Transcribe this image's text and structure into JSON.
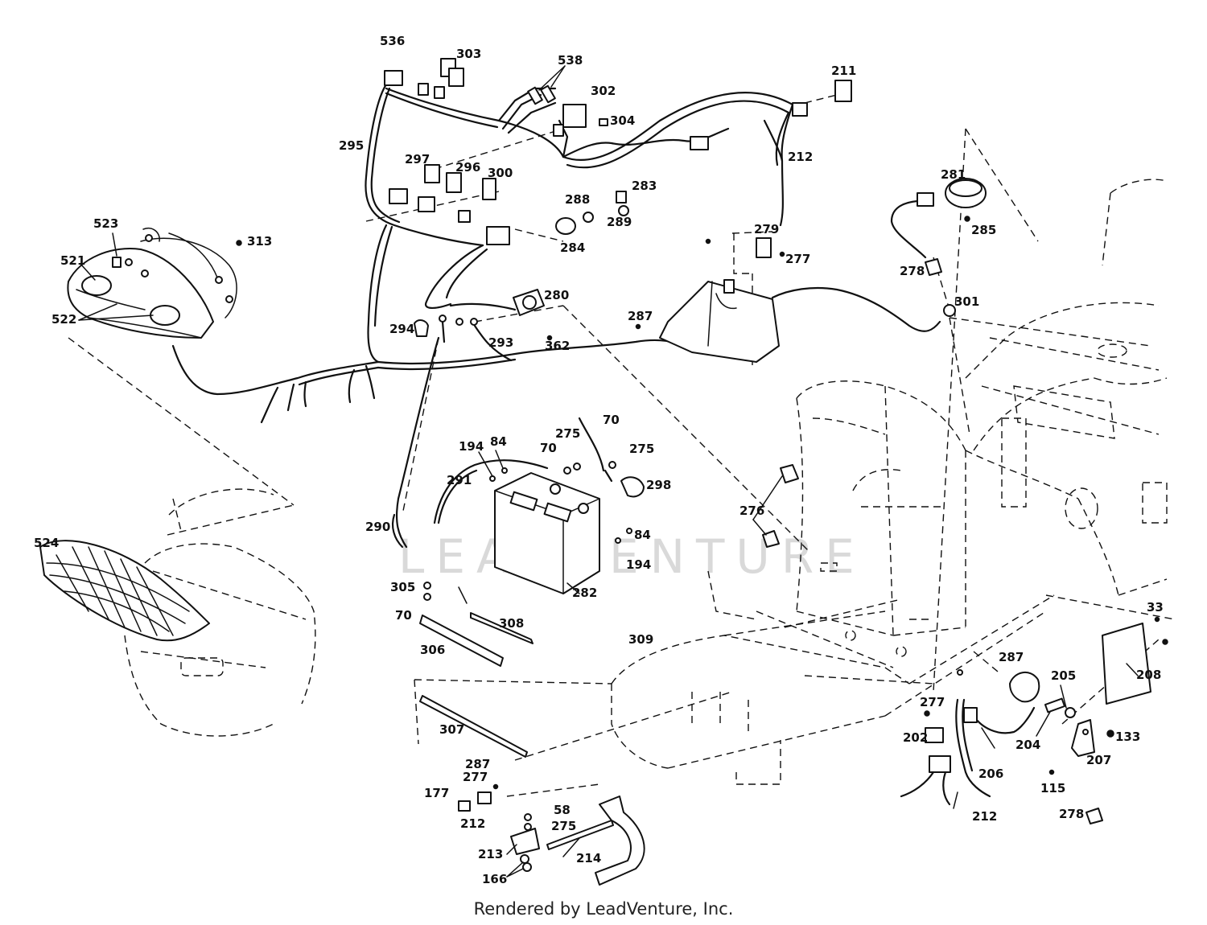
{
  "watermark": "LEADVENTURE",
  "footer": "Rendered by LeadVenture, Inc.",
  "callouts": {
    "c536": "536",
    "c303": "303",
    "c538": "538",
    "c302": "302",
    "c304": "304",
    "c211": "211",
    "c295": "295",
    "c297": "297",
    "c296": "296",
    "c300": "300",
    "c212_top": "212",
    "c288": "288",
    "c283": "283",
    "c289": "289",
    "c284": "284",
    "c281": "281",
    "c285": "285",
    "c279": "279",
    "c277_top": "277",
    "c278_top": "278",
    "c301": "301",
    "c523": "523",
    "c313": "313",
    "c521": "521",
    "c522": "522",
    "c280": "280",
    "c294": "294",
    "c362": "362",
    "c293": "293",
    "c287_mid": "287",
    "c194_a": "194",
    "c84_a": "84",
    "c70_a": "70",
    "c275_a": "275",
    "c70_b": "70",
    "c275_b": "275",
    "c291": "291",
    "c298": "298",
    "c276": "276",
    "c290": "290",
    "c84_b": "84",
    "c194_b": "194",
    "c524": "524",
    "c282": "282",
    "c305": "305",
    "c70_c": "70",
    "c308": "308",
    "c309": "309",
    "c306": "306",
    "c33": "33",
    "c287_right": "287",
    "c205": "205",
    "c208_right": "208",
    "c277_bot": "277",
    "c202": "202",
    "c204": "204",
    "c133": "133",
    "c206": "206",
    "c207": "207",
    "c307": "307",
    "c115": "115",
    "c212_bot": "212",
    "c278_bot": "278",
    "c287_bot": "287",
    "c277_lowleft": "277",
    "c177": "177",
    "c212_lowleft": "212",
    "c58": "58",
    "c275_c": "275",
    "c213": "213",
    "c214": "214",
    "c166": "166"
  }
}
